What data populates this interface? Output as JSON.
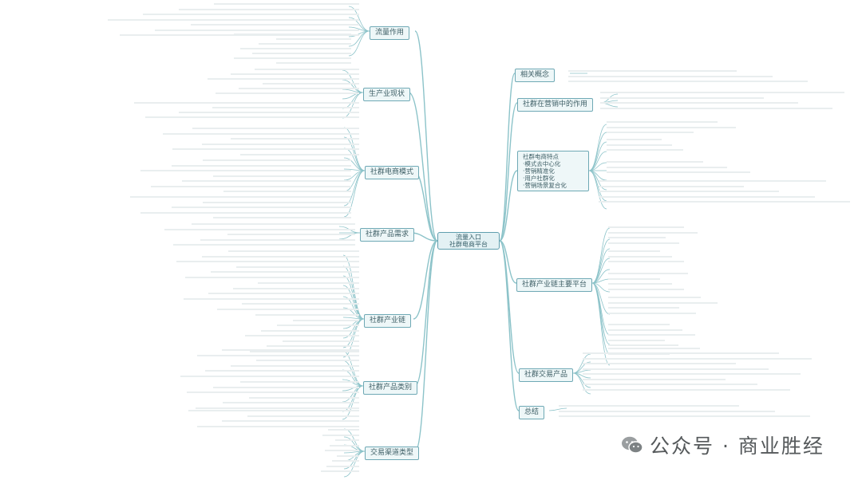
{
  "center": {
    "title": "流量入口",
    "subtitle": "社群电商平台"
  },
  "left_branches": [
    {
      "key": "value",
      "label": "流量作用"
    },
    {
      "key": "status",
      "label": "生产业现状"
    },
    {
      "key": "model",
      "label": "社群电商模式"
    },
    {
      "key": "demand",
      "label": "社群产品需求"
    },
    {
      "key": "chain",
      "label": "社群产业链"
    },
    {
      "key": "category",
      "label": "社群产品类别"
    },
    {
      "key": "channel",
      "label": "交易渠道类型"
    }
  ],
  "right_branches": [
    {
      "key": "define",
      "label": "相关概念"
    },
    {
      "key": "role",
      "label": "社群在营销中的作用"
    },
    {
      "key": "features",
      "label": "社群电商特点\n·模式去中心化\n·营销精准化\n·用户社群化\n·营销场景复合化"
    },
    {
      "key": "platform",
      "label": "社群产业链主要平台"
    },
    {
      "key": "logistics",
      "label": "社群交易产品"
    },
    {
      "key": "summary",
      "label": "总结"
    }
  ],
  "watermark": {
    "text": "公众号 · 商业胜经",
    "icon": "wechat-icon"
  },
  "colors": {
    "line": "#8cc3c9",
    "node_border": "#6fa9b5",
    "node_fill": "#eef7f8",
    "leaf_text": "#8d9a9d",
    "watermark": "#55595b"
  }
}
